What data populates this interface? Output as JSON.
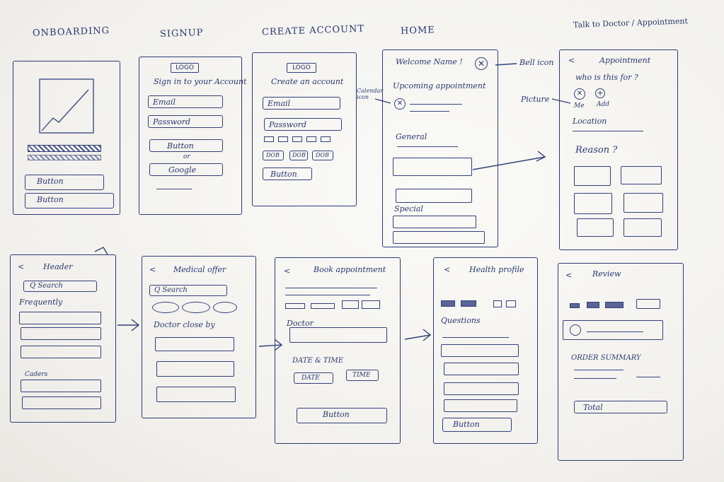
{
  "columns": {
    "onboarding": "ONBOARDING",
    "signup": "SIGNUP",
    "create_account": "CREATE ACCOUNT",
    "home": "HOME",
    "talk_to_doctor": "Talk to Doctor / Appointment"
  },
  "onboarding": {
    "button1": "Button",
    "button2": "Button"
  },
  "signup": {
    "logo": "LOGO",
    "heading": "Sign in to your Account",
    "email": "Email",
    "password": "Password",
    "button": "Button",
    "or": "or",
    "google": "Google"
  },
  "create_account": {
    "logo": "LOGO",
    "heading": "Create an account",
    "email": "Email",
    "password": "Password",
    "dob1": "DOB",
    "dob2": "DOB",
    "dob3": "DOB",
    "button": "Button"
  },
  "home": {
    "welcome": "Welcome Name !",
    "upcoming": "Upcoming appointment",
    "general": "General",
    "special": "Special"
  },
  "annotations": {
    "bell_icon": "Bell icon",
    "calendar_icon": "Calendar icon",
    "picture": "Picture"
  },
  "appointment": {
    "back": "<",
    "title": "Appointment",
    "who_for": "who is this for ?",
    "me": "Me",
    "add": "Add",
    "location": "Location",
    "reason": "Reason ?"
  },
  "header_screen": {
    "back": "<",
    "title": "Header",
    "search": "Q Search",
    "frequently": "Frequently",
    "caders": "Caders"
  },
  "medical_offer": {
    "back": "<",
    "title": "Medical offer",
    "search": "Q Search",
    "doctor_close_by": "Doctor close by"
  },
  "book_appointment": {
    "back": "<",
    "title": "Book appointment",
    "doctor": "Doctor",
    "date_time": "DATE & TIME",
    "date": "DATE",
    "time": "TIME",
    "button": "Button"
  },
  "health_profile": {
    "back": "<",
    "title": "Health profile",
    "questions": "Questions",
    "button": "Button"
  },
  "review": {
    "back": "<",
    "title": "Review",
    "order_summary": "ORDER SUMMARY",
    "total": "Total"
  }
}
